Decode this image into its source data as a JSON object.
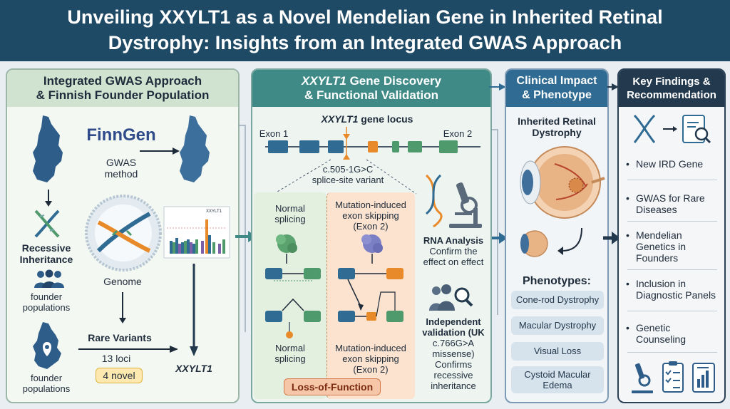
{
  "title": {
    "line1": "Unveiling XXYLT1 as a Novel Mendelian Gene in Inherited Retinal",
    "line2": "Dystrophy: Insights from an Integrated GWAS Approach"
  },
  "panel1": {
    "header_line1": "Integrated GWAS Approach",
    "header_line2": "& Finnish Founder Population",
    "finngen": "FinnGen",
    "gwas_method_1": "GWAS",
    "gwas_method_2": "method",
    "recessive_1": "Recessive",
    "recessive_2": "Inheritance",
    "founder_1": "founder",
    "founder_2": "populations",
    "genome": "Genome",
    "rare_variants": "Rare Variants",
    "loci": "13 loci",
    "novel": "4 novel",
    "founder_b1": "founder",
    "founder_b2": "populations",
    "gene_result": "XXYLT1",
    "plot_label": "XXYLT1"
  },
  "panel2": {
    "header_gene": "XXYLT1",
    "header_rest1": " Gene Discovery",
    "header_line2": "& Functional Validation",
    "locus_gene": "XXYLT1",
    "locus_rest": " gene locus",
    "exon1": "Exon 1",
    "exon2": "Exon 2",
    "variant_1": "c.505-1G>C",
    "variant_2": "splice-site variant",
    "normal_top_1": "Normal",
    "normal_top_2": "splicing",
    "mut_top_1": "Mutation-induced",
    "mut_top_2": "exon skipping",
    "mut_top_3": "(Exon 2)",
    "normal_bot_1": "Normal",
    "normal_bot_2": "splicing",
    "mut_bot_1": "Mutation-induced",
    "mut_bot_2": "exon skipping",
    "mut_bot_3": "(Exon 2)",
    "lof": "Loss-of-Function",
    "rna_title": "RNA Analysis",
    "rna_1": "Confirm the",
    "rna_2": "effect on effect",
    "indep_1": "Independent",
    "indep_2": "validation (UK",
    "indep_3": "c.766G>A",
    "indep_4": "missense)",
    "indep_5": "Confirms",
    "indep_6": "recessive",
    "indep_7": "inheritance"
  },
  "panel3": {
    "header_line1": "Clinical Impact",
    "header_line2": "& Phenotype",
    "ird_1": "Inherited Retinal",
    "ird_2": "Dystrophy",
    "phenotypes_title": "Phenotypes:",
    "phenotypes": [
      "Cone-rod Dystrophy",
      "Macular Dystrophy",
      "Visual Loss"
    ],
    "cme_1": "Cystoid Macular",
    "cme_2": "Edema"
  },
  "panel4": {
    "header_line1": "Key Findings &",
    "header_line2": "Recommendation",
    "bullet": "•",
    "f1": "New IRD Gene",
    "f2_1": "GWAS for Rare",
    "f2_2": "Diseases",
    "f3_1": "Mendelian",
    "f3_2": "Genetics in",
    "f3_3": "Founders",
    "f4_1": "Inclusion in",
    "f4_2": "Diagnostic Panels",
    "f5_1": "Genetic",
    "f5_2": "Counseling"
  },
  "icons": [
    "finland-map-icon",
    "dna-icon",
    "people-icon",
    "location-pin-icon",
    "manhattan-plot-icon",
    "protein-icon",
    "microscope-icon",
    "magnifier-people-icon",
    "eye-icon",
    "clipboard-icon",
    "report-chart-icon"
  ],
  "colors": {
    "title_bg": "#1f4a66",
    "panel1_head": "#cfe3d0",
    "panel2_head": "#3f8a86",
    "panel3_head": "#2f6b92",
    "panel4_head": "#23394d",
    "exon_blue": "#2f6b92",
    "exon_orange": "#e88a2a",
    "exon_green": "#4f9a6c"
  }
}
